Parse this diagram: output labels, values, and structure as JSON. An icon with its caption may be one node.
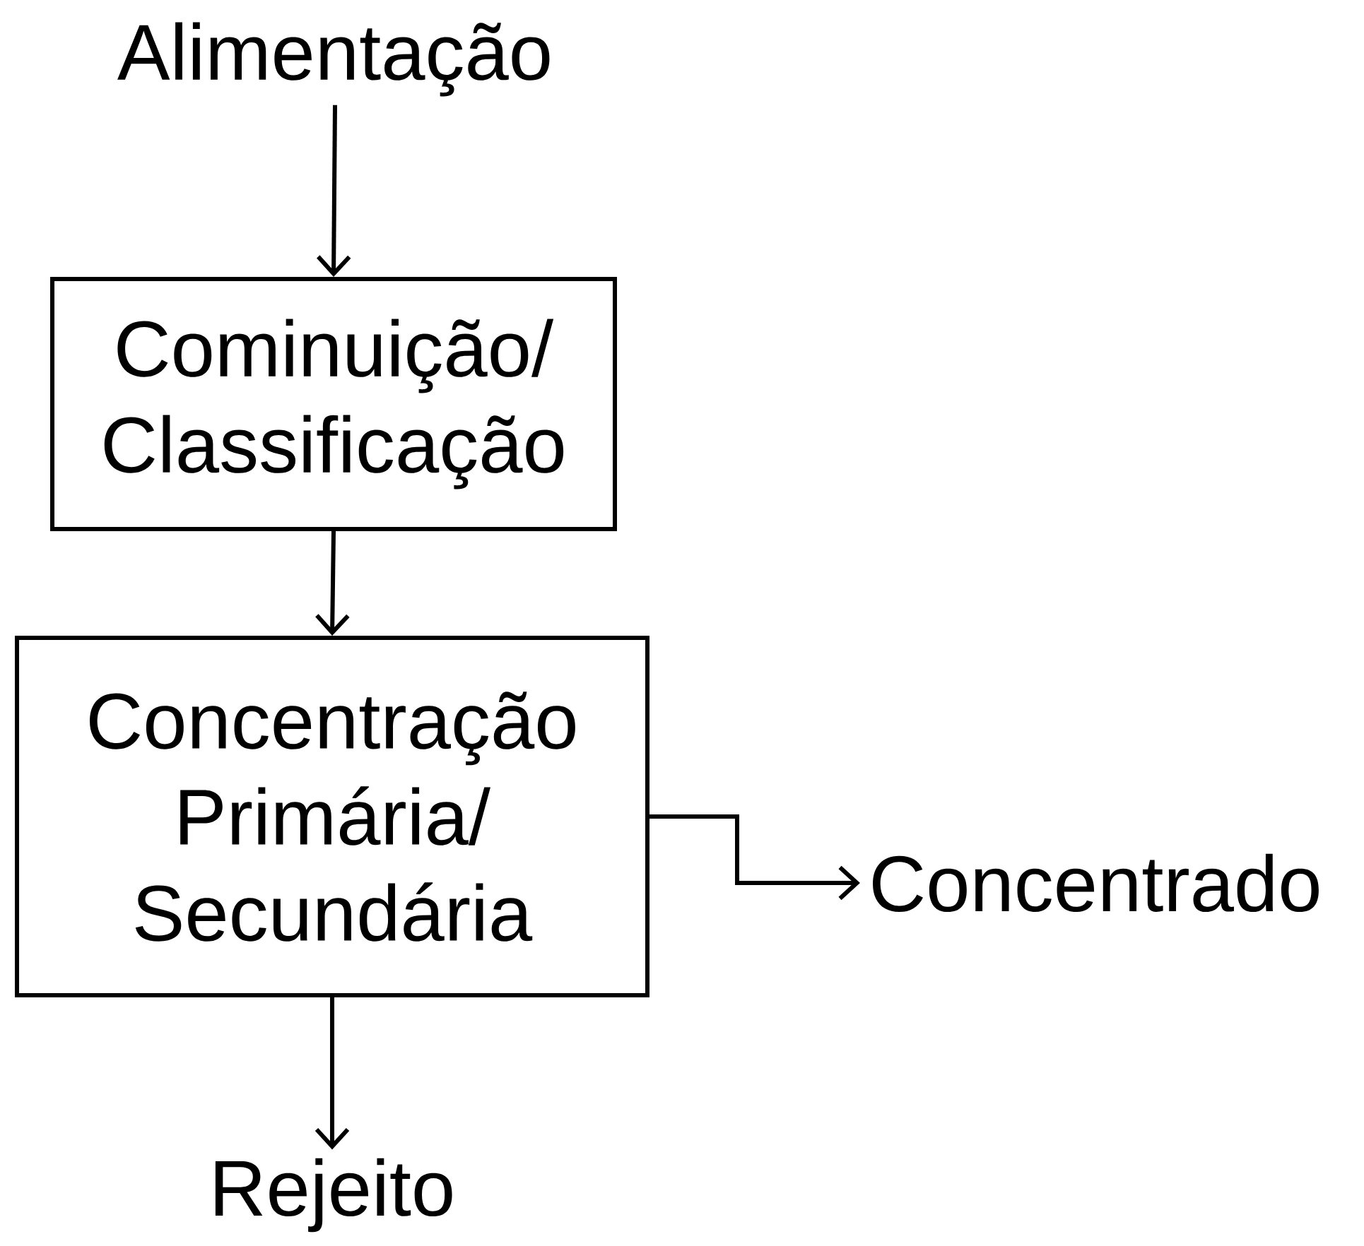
{
  "diagram": {
    "nodes": [
      {
        "text": [
          "Alimentação"
        ]
      },
      {
        "text": [
          "Cominuição/ Classificação"
        ]
      },
      {
        "text": [
          "Concentração Primária/ Secundária"
        ]
      },
      {
        "text": [
          "Concentrado"
        ]
      },
      {
        "text": [
          "Rejeito"
        ]
      }
    ],
    "edges": [
      {
        "from": 0,
        "to": 1,
        "arrow": "to"
      },
      {
        "from": 1,
        "to": 2,
        "arrow": "to"
      },
      {
        "from": 2,
        "to": 3,
        "arrow": "to"
      },
      {
        "from": 2,
        "to": 4,
        "arrow": "to"
      }
    ]
  }
}
